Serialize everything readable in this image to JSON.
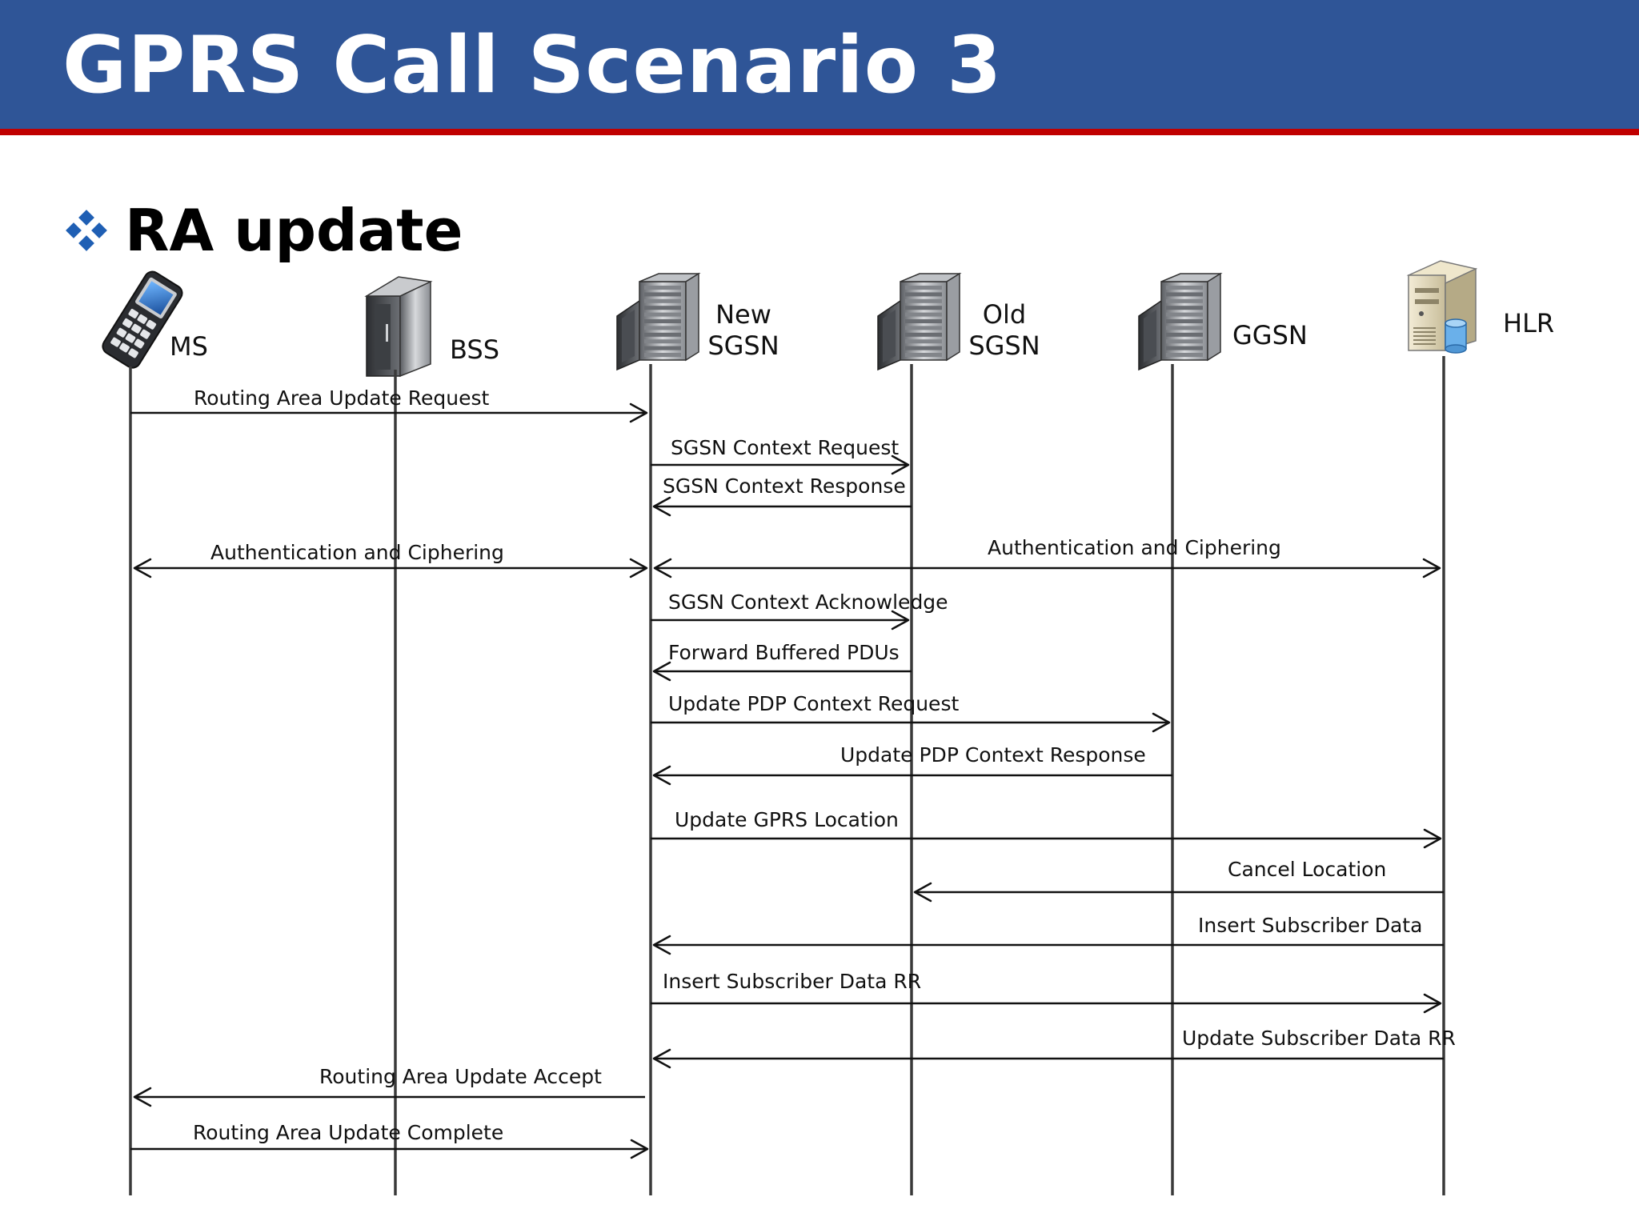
{
  "header": {
    "title": "GPRS Call Scenario 3"
  },
  "section": {
    "title": "RA update"
  },
  "entities": [
    {
      "id": "MS",
      "label_lines": [
        "MS"
      ],
      "icon": "mobile-phone-icon"
    },
    {
      "id": "BSS",
      "label_lines": [
        "BSS"
      ],
      "icon": "base-station-cabinet-icon"
    },
    {
      "id": "NSGSN",
      "label_lines": [
        "New",
        "SGSN"
      ],
      "icon": "server-rack-icon"
    },
    {
      "id": "OSGSN",
      "label_lines": [
        "Old",
        "SGSN"
      ],
      "icon": "server-rack-icon"
    },
    {
      "id": "GGSN",
      "label_lines": [
        "GGSN"
      ],
      "icon": "server-rack-icon"
    },
    {
      "id": "HLR",
      "label_lines": [
        "HLR"
      ],
      "icon": "database-server-icon"
    }
  ],
  "messages": [
    {
      "label": "Routing Area Update Request",
      "from": "MS",
      "to": "NSGSN",
      "bidirectional": false
    },
    {
      "label": "SGSN Context Request",
      "from": "NSGSN",
      "to": "OSGSN",
      "bidirectional": false
    },
    {
      "label": "SGSN Context Response",
      "from": "OSGSN",
      "to": "NSGSN",
      "bidirectional": false
    },
    {
      "label": "Authentication  and  Ciphering",
      "from": "MS",
      "to": "NSGSN",
      "bidirectional": true
    },
    {
      "label": "Authentication  and  Ciphering",
      "from": "NSGSN",
      "to": "HLR",
      "bidirectional": true
    },
    {
      "label": "SGSN Context Acknowledge",
      "from": "NSGSN",
      "to": "OSGSN",
      "bidirectional": false
    },
    {
      "label": "Forward Buffered PDUs",
      "from": "OSGSN",
      "to": "NSGSN",
      "bidirectional": false
    },
    {
      "label": "Update PDP Context Request",
      "from": "NSGSN",
      "to": "GGSN",
      "bidirectional": false
    },
    {
      "label": "Update PDP Context Response",
      "from": "GGSN",
      "to": "NSGSN",
      "bidirectional": false
    },
    {
      "label": "Update GPRS Location",
      "from": "NSGSN",
      "to": "HLR",
      "bidirectional": false
    },
    {
      "label": "Cancel Location",
      "from": "HLR",
      "to": "OSGSN",
      "bidirectional": false
    },
    {
      "label": "Insert Subscriber Data",
      "from": "HLR",
      "to": "NSGSN",
      "bidirectional": false
    },
    {
      "label": "Insert Subscriber Data RR",
      "from": "NSGSN",
      "to": "HLR",
      "bidirectional": false
    },
    {
      "label": "Update Subscriber Data RR",
      "from": "HLR",
      "to": "NSGSN",
      "bidirectional": false
    },
    {
      "label": "Routing Area Update Accept",
      "from": "NSGSN",
      "to": "MS",
      "bidirectional": false
    },
    {
      "label": "Routing Area Update Complete",
      "from": "MS",
      "to": "NSGSN",
      "bidirectional": false
    }
  ]
}
